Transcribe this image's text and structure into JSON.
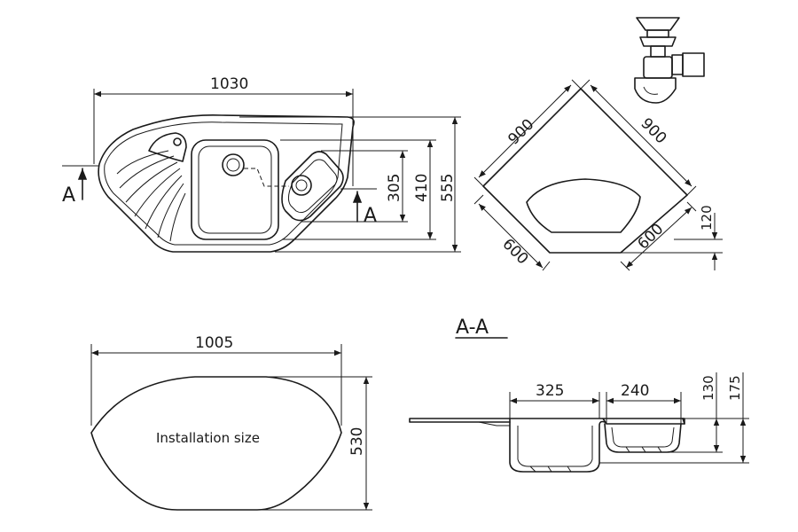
{
  "top_view": {
    "width_label": "1030",
    "depth_label": "555",
    "bowl_depth_label": "410",
    "small_bowl_label": "305",
    "section_mark_left": "A",
    "section_mark_right": "A"
  },
  "corner_view": {
    "side_left_label": "900",
    "side_right_label": "900",
    "front_left_label": "600",
    "front_right_label": "600",
    "offset_label": "120"
  },
  "installation": {
    "width_label": "1005",
    "height_label": "530",
    "caption": "Installation size"
  },
  "section": {
    "title": "A-A",
    "main_bowl_label": "325",
    "small_bowl_label": "240",
    "small_depth_label": "130",
    "main_depth_label": "175"
  }
}
